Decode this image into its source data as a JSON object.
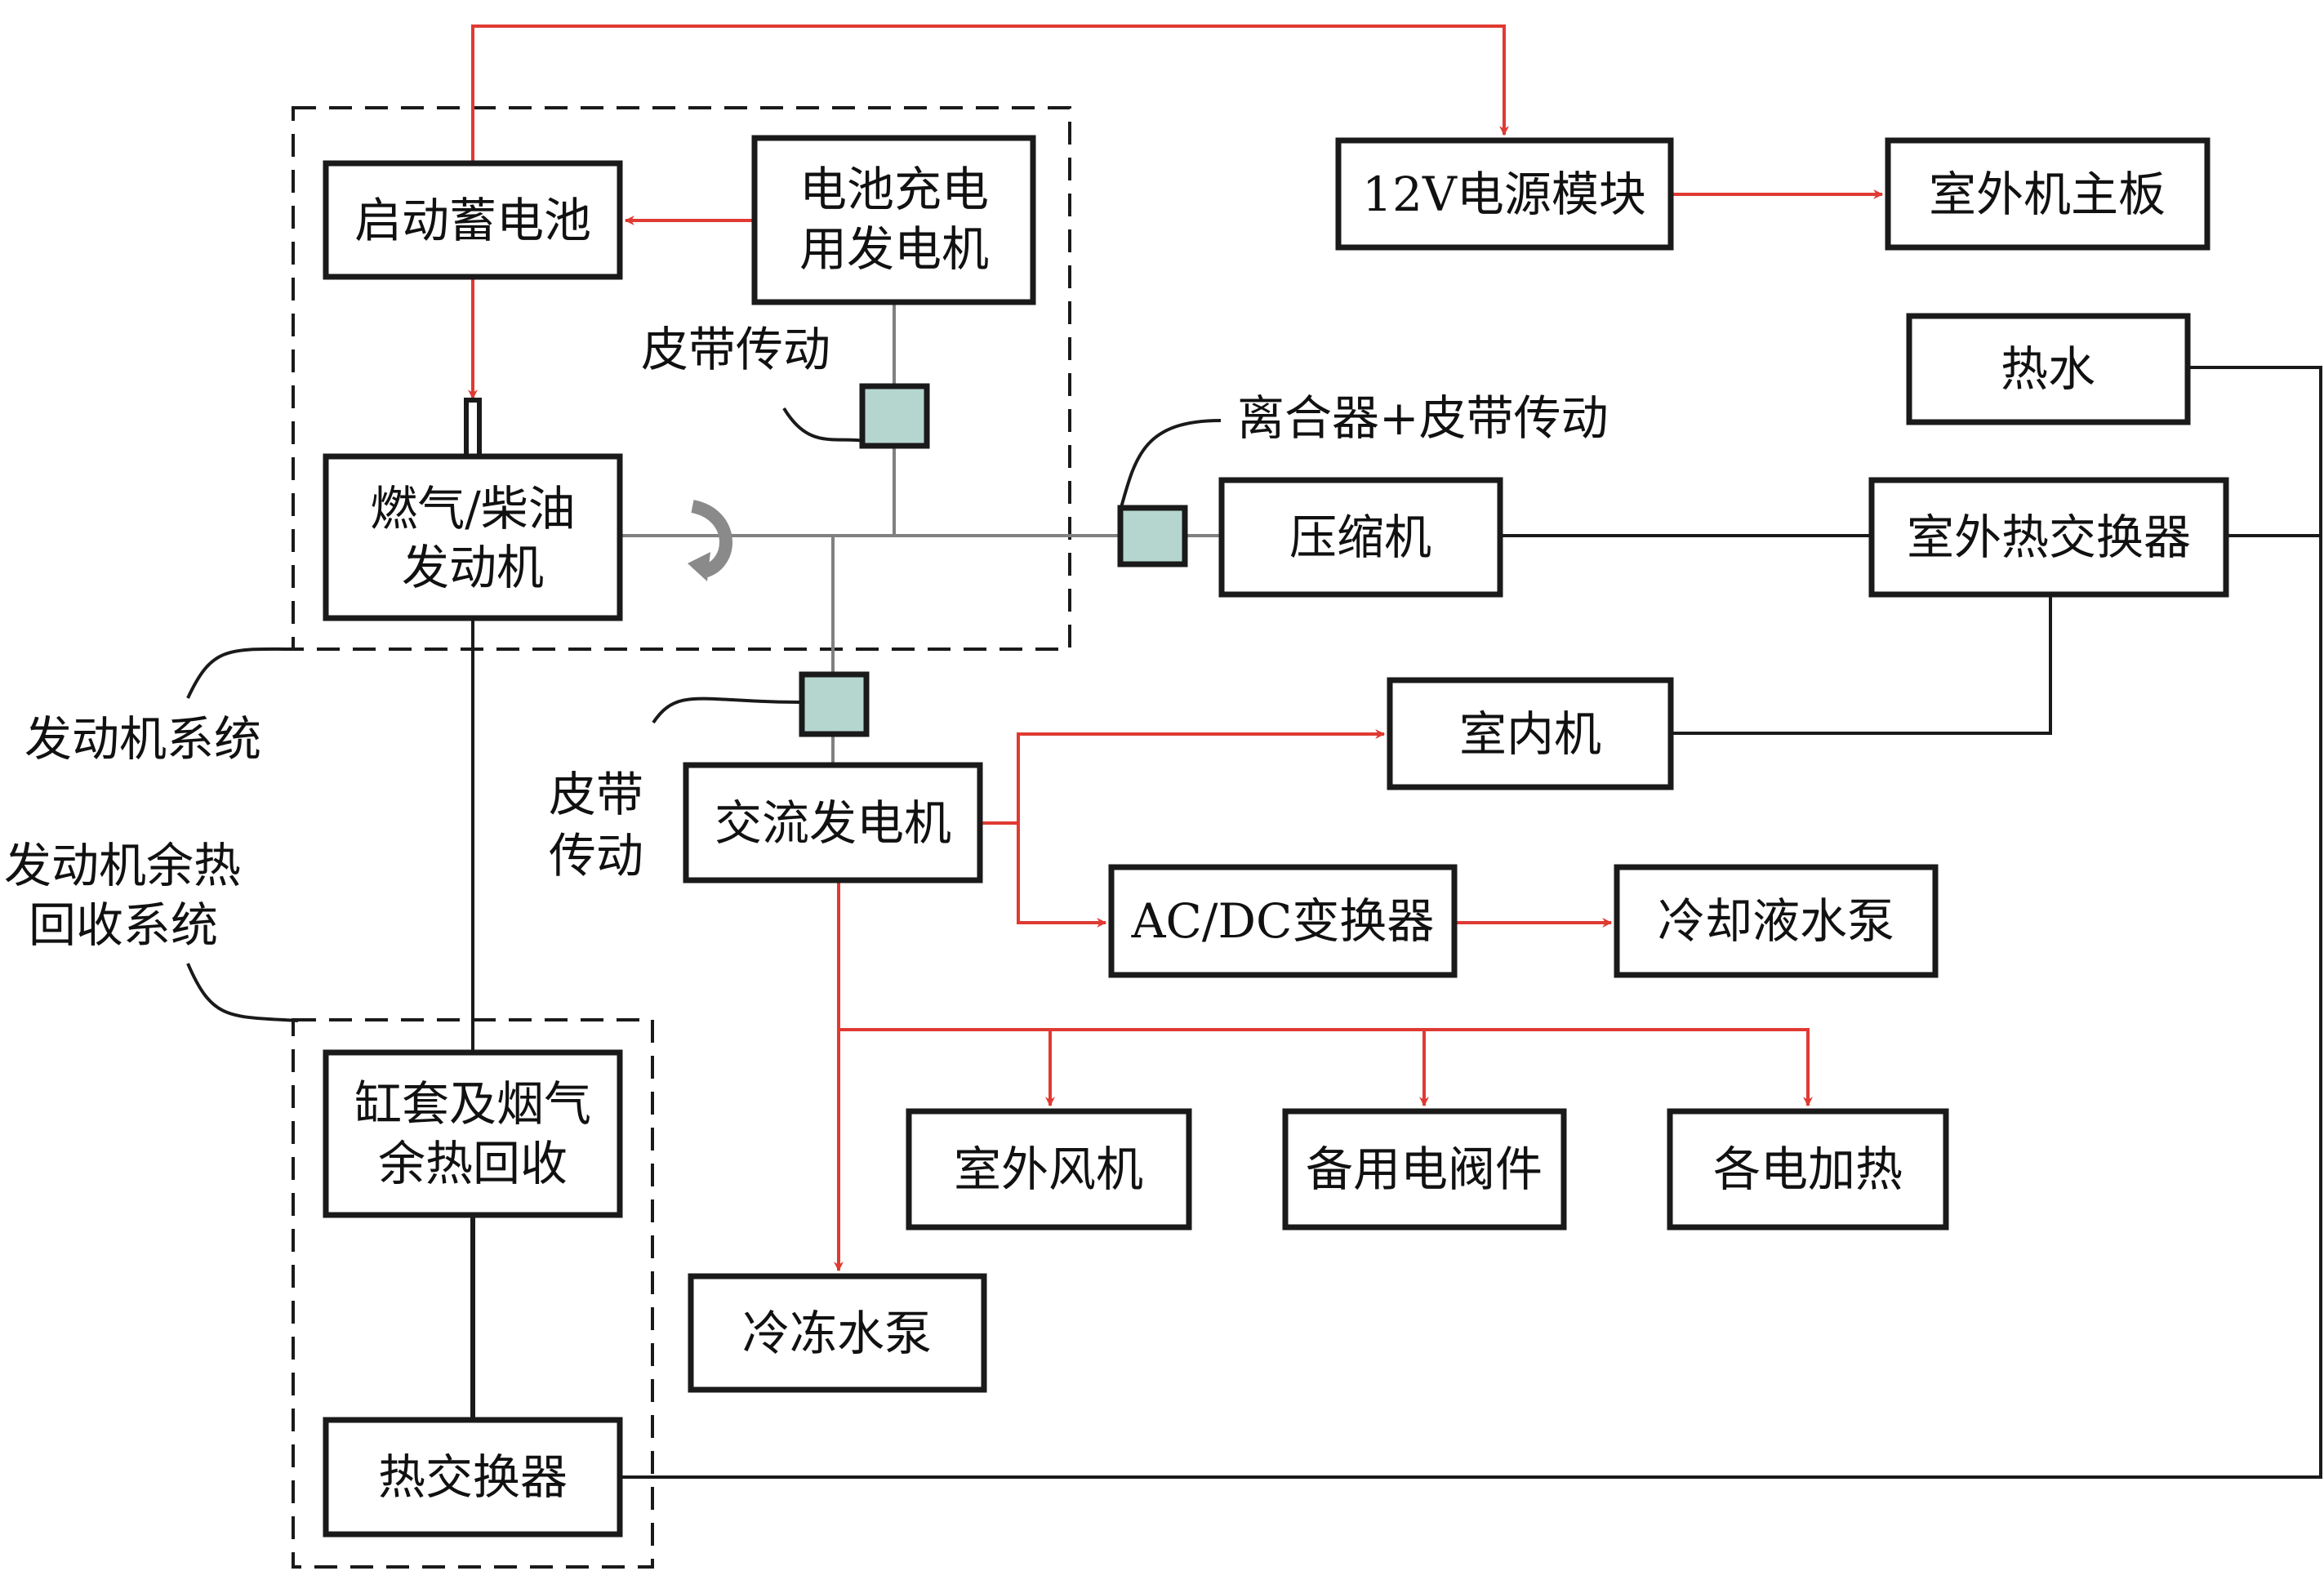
{
  "colors": {
    "power_line": "#e03a32",
    "belt_coupling": "#b5d6cf",
    "shaft": "#808080",
    "line": "#1a1a1a"
  },
  "boxes": {
    "starter_battery": "启动蓄电池",
    "charging_generator": [
      "电池充电",
      "用发电机"
    ],
    "engine": [
      "燃气/柴油",
      "发动机"
    ],
    "power_module": "12V电源模块",
    "outdoor_mainboard": "室外机主板",
    "hot_water": "热水",
    "compressor": "压缩机",
    "outdoor_heat_exchanger": "室外热交换器",
    "indoor_unit": "室内机",
    "ac_generator": "交流发电机",
    "acdc_converter": "AC/DC变换器",
    "coolant_pump": "冷却液水泵",
    "outdoor_fan": "室外风机",
    "spare_valves": "备用电阀件",
    "electric_heaters": "各电加热",
    "chilled_water_pump": "冷冻水泵",
    "waste_heat_recovery": [
      "缸套及烟气",
      "余热回收"
    ],
    "heat_exchanger": "热交换器"
  },
  "annotations": {
    "belt_drive_top": "皮带传动",
    "clutch_belt": "离合器+皮带传动",
    "belt_drive_left": [
      "皮带",
      "传动"
    ],
    "engine_system": "发动机系统",
    "waste_heat_system": [
      "发动机余热",
      "回收系统"
    ]
  }
}
